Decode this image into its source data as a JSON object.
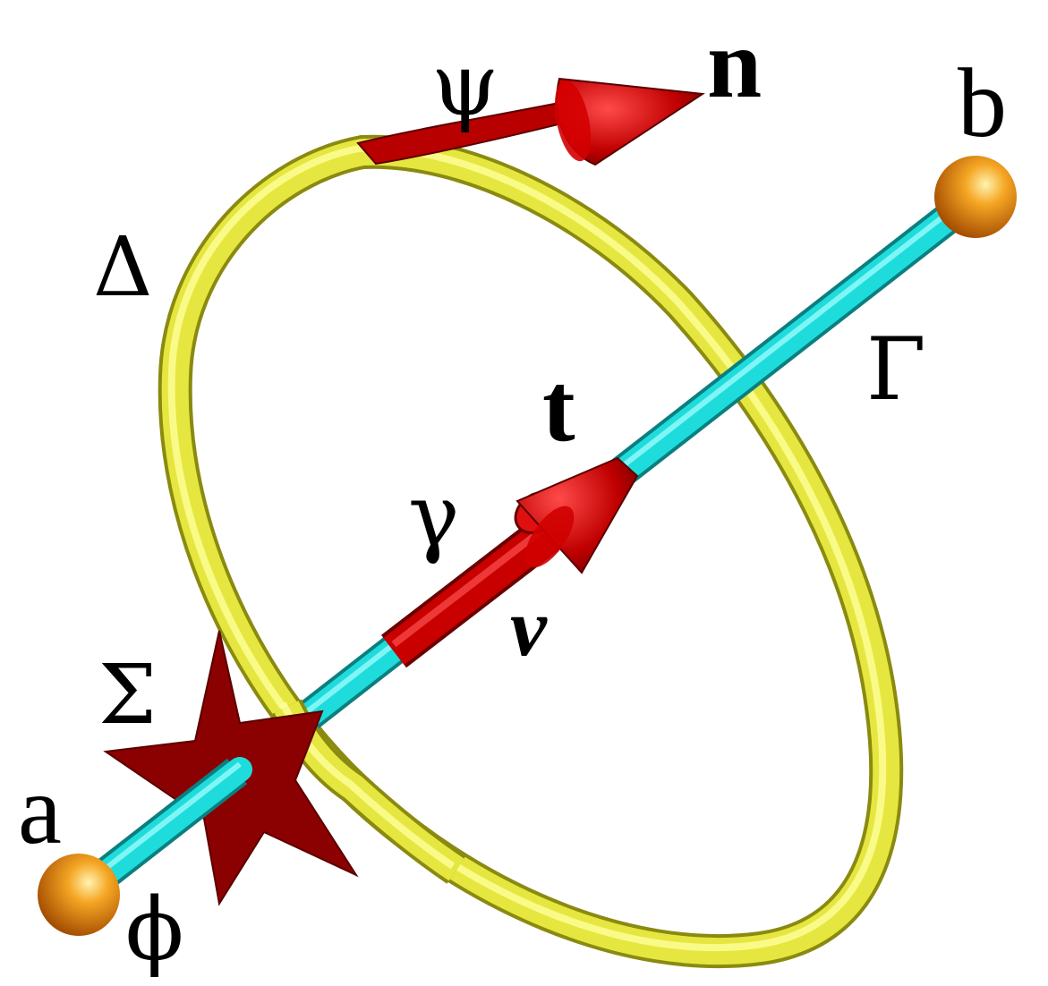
{
  "labels": {
    "psi": "ψ",
    "n": "n",
    "b": "b",
    "delta": "Δ",
    "gamma_upper": "Γ",
    "t": "t",
    "gamma_lower": "γ",
    "nu": "ν",
    "sigma": "Σ",
    "a": "a",
    "phi": "ϕ"
  },
  "colors": {
    "loop": "#ecec4a",
    "rod": "#22dddd",
    "arrow": "#c80000",
    "star": "#8b0000",
    "endpoint": "#f4a020"
  }
}
